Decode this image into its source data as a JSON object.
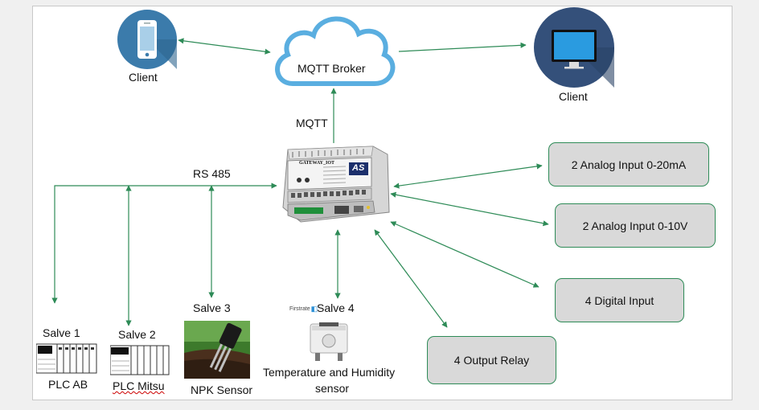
{
  "client_phone_label": "Client",
  "client_monitor_label": "Client",
  "broker_label": "MQTT Broker",
  "mqtt_label": "MQTT",
  "rs485_label": "RS 485",
  "gateway": {
    "model_text": "GATEWAY_IOT",
    "brand_text": "AS"
  },
  "io_boxes": {
    "analog_ma": "2 Analog Input 0-20mA",
    "analog_v": "2 Analog Input  0-10V",
    "digital": "4 Digital Input",
    "relay": "4 Output Relay"
  },
  "slaves": {
    "s1_label": "Salve 1",
    "s1_name": "PLC AB",
    "s2_label": "Salve 2",
    "s2_name": "PLC Mitsu",
    "s3_label": "Salve 3",
    "s3_name": "NPK Sensor",
    "s4_label": "Salve 4",
    "s4_logo": "Firstrate",
    "s4_name_line1": "Temperature and Humidity",
    "s4_name_line2": "sensor"
  },
  "colors": {
    "wire": "#2e8b57",
    "client_circle_phone": "#3b7bab",
    "client_circle_monitor": "#34507a",
    "box_fill": "#d9d9d9"
  }
}
